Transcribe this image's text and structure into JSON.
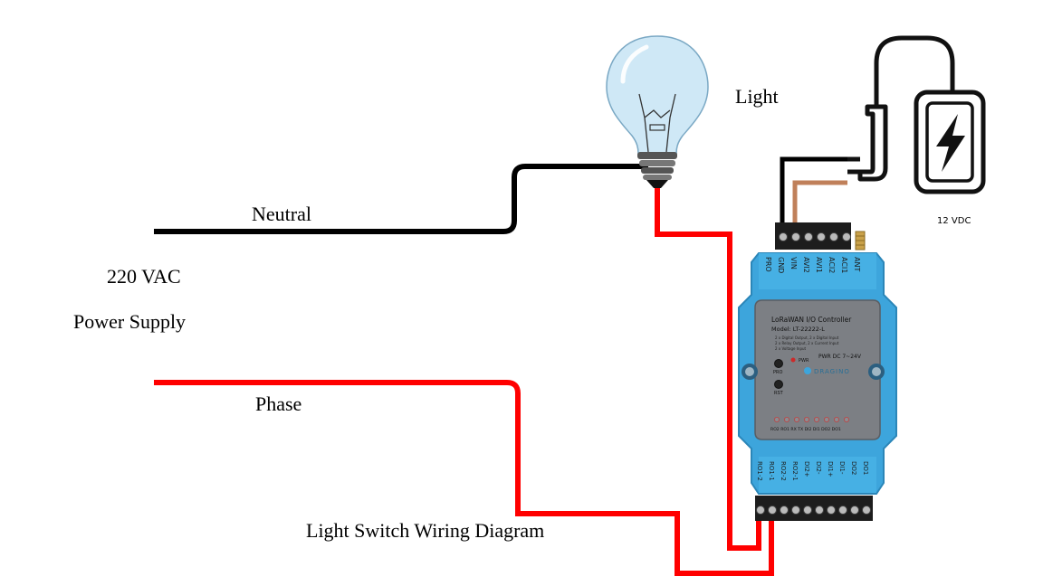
{
  "labels": {
    "light": "Light",
    "neutral": "Neutral",
    "supply_voltage": "220 VAC",
    "supply_name": "Power Supply",
    "phase": "Phase",
    "dc_supply": "12 VDC",
    "caption": "Light Switch Wiring Diagram"
  },
  "controller": {
    "title": "LoRaWAN I/O Controller",
    "model": "Model: LT-22222-L",
    "spec_lines": [
      "2 x Digital Output, 2 x Digital Input",
      "2 x Relay Output, 2 x Current Input",
      "2 x Voltage Input"
    ],
    "power_spec": "PWR DC 7~24V",
    "brand": "DRAGINO",
    "led_pwr": "PWR",
    "button_pro": "PRO",
    "button_rst": "RST",
    "top_terminals": [
      "PRO",
      "GND",
      "VIN",
      "AVI2",
      "AVI1",
      "ACI2",
      "ACI1",
      "ANT"
    ],
    "led_row": "RO2 RO1 RX TX DI2 DI1 DO2 DO1",
    "bottom_terminals": [
      "RO1-2",
      "RO1-1",
      "RO2-2",
      "RO2-1",
      "DI2+",
      "DI2-",
      "DI1+",
      "DI1-",
      "DO2",
      "DO1"
    ]
  },
  "colors": {
    "phase_wire": "#ff0000",
    "neutral_wire": "#000000",
    "dc_positive_wire": "#c0805a",
    "dc_negative_wire": "#000000",
    "enclosure": "#3da5dc",
    "enclosure_dark": "#2b86b8",
    "panel": "#7c7f84",
    "bulb_glass": "#cfe8f6"
  },
  "icons": [
    "light-bulb-icon",
    "power-adapter-icon",
    "lightning-bolt-icon",
    "antenna-icon"
  ]
}
